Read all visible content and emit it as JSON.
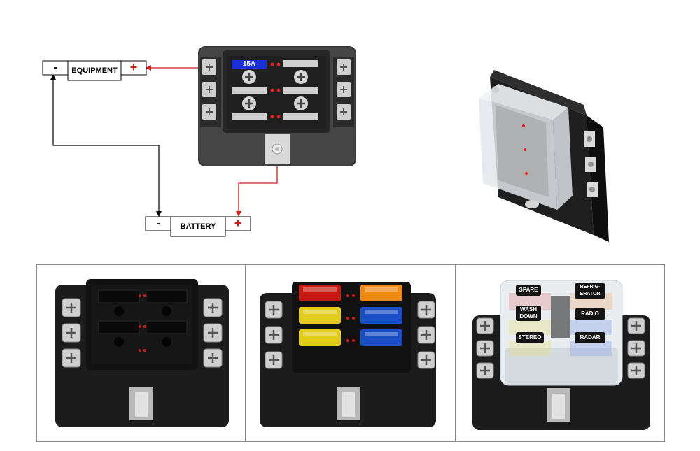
{
  "diagram": {
    "equipment_label": "EQUIPMENT",
    "battery_label": "BATTERY",
    "minus_symbol": "-",
    "plus_symbol": "+",
    "fuse_rating": "15A",
    "wire_colors": {
      "positive": "#d21b1b",
      "negative": "#000000"
    }
  },
  "product_photos": {
    "cover_labels": [
      "SPARE",
      "REFRIG-",
      "ERATOR",
      "WASH",
      "DOWN",
      "RADIO",
      "STEREO",
      "RADAR"
    ],
    "fuse_colors": [
      "#c41a12",
      "#ee8a14",
      "#e3cc1c",
      "#1b4fc7",
      "#e3cc1c",
      "#1b4fc7"
    ]
  }
}
